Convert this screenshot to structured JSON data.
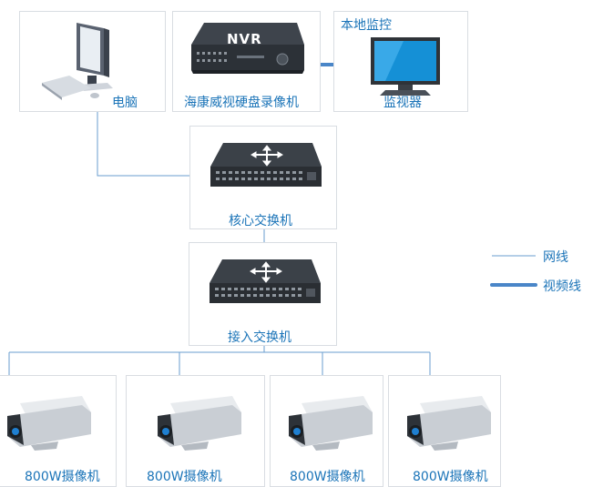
{
  "nodes": {
    "pc": {
      "label": "电脑"
    },
    "nvr": {
      "label": "海康威视硬盘录像机",
      "badge": "NVR"
    },
    "monitor": {
      "label": "监视器",
      "caption": "本地监控"
    },
    "core_switch": {
      "label": "核心交换机"
    },
    "access_switch": {
      "label": "接入交换机"
    },
    "cameras": [
      {
        "label": "800W摄像机"
      },
      {
        "label": "800W摄像机"
      },
      {
        "label": "800W摄像机"
      },
      {
        "label": "800W摄像机"
      }
    ]
  },
  "legend": {
    "network_line": "网线",
    "video_line": "视频线"
  },
  "colors": {
    "label": "#1b74b8",
    "network_line": "#6a9ecf",
    "video_line": "#4a86c8",
    "box_border": "#d9dde2"
  }
}
